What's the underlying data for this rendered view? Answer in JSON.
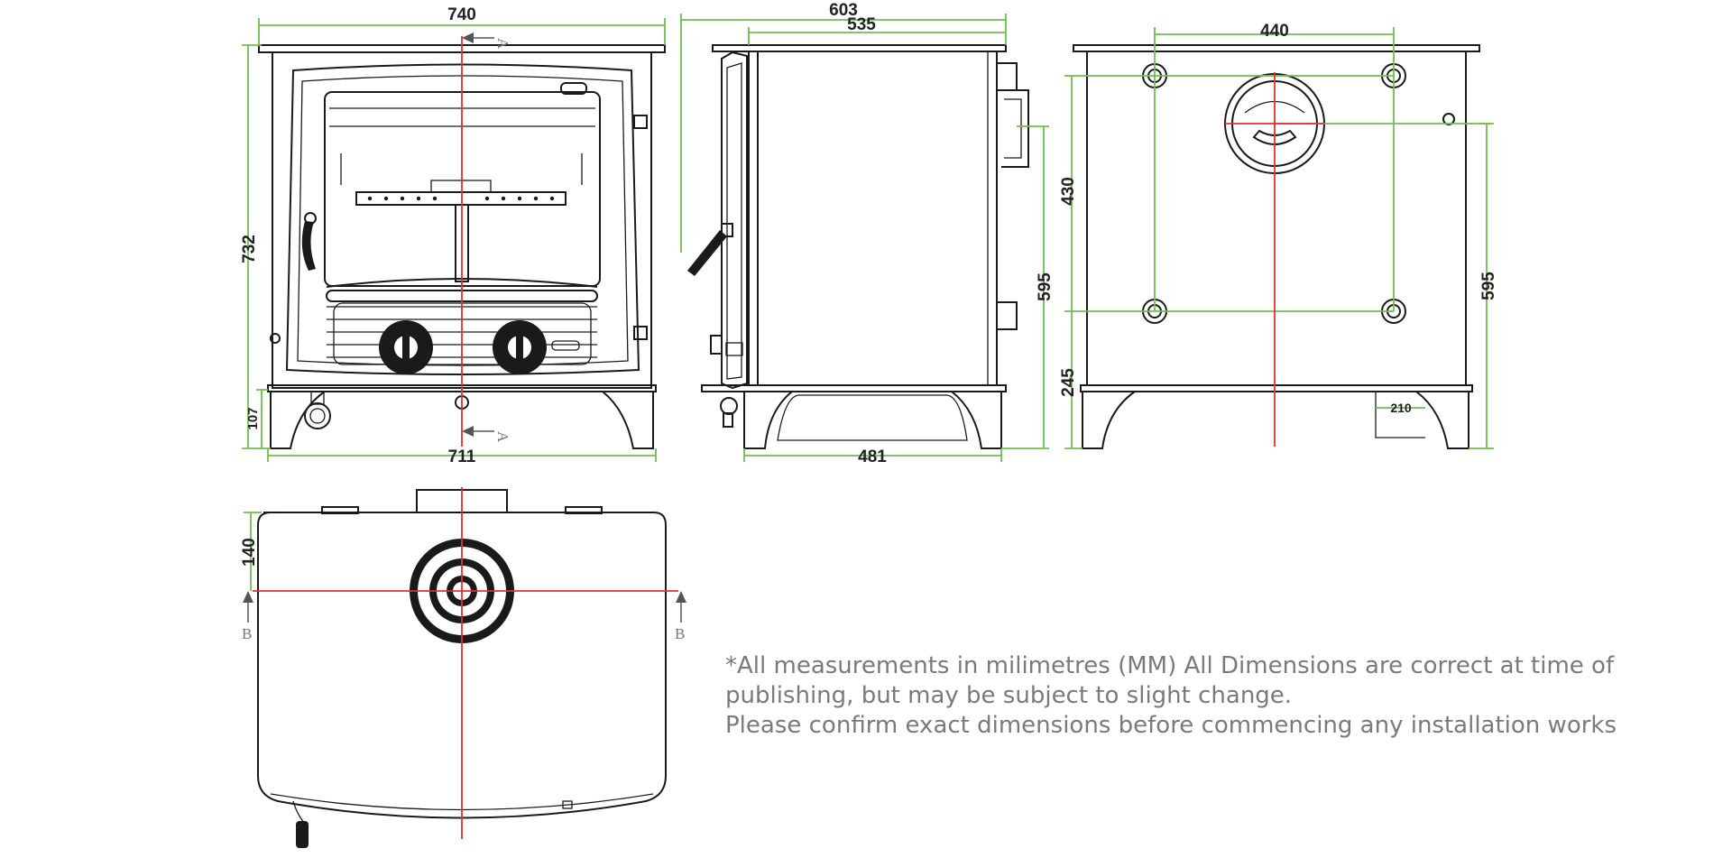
{
  "dimensions": {
    "front_top_width": "740",
    "front_base_width": "711",
    "front_height": "732",
    "front_leg_height": "107",
    "side_overall_depth": "603",
    "side_body_depth": "535",
    "side_leg_span": "481",
    "side_flue_height": "595",
    "rear_flue_centres": "440",
    "rear_bracket_vertical": "430",
    "rear_base_to_bracket": "245",
    "rear_flue_height": "595",
    "rear_leg_offset": "210",
    "top_flue_offset": "140"
  },
  "section_marks": {
    "front_top": "A",
    "front_bottom": "A",
    "plan_left": "B",
    "plan_right": "B"
  },
  "note": {
    "line1": "*All measurements in milimetres (MM) All Dimensions are correct at time of",
    "line2": "publishing, but may be subject to slight change.",
    "line3": "Please confirm exact dimensions before commencing any installation works"
  },
  "colors": {
    "outline": "#1a1a1a",
    "dimension_lines": "#6fbf4f",
    "centre_lines": "#e23030",
    "note_text": "#7a7a7a"
  }
}
